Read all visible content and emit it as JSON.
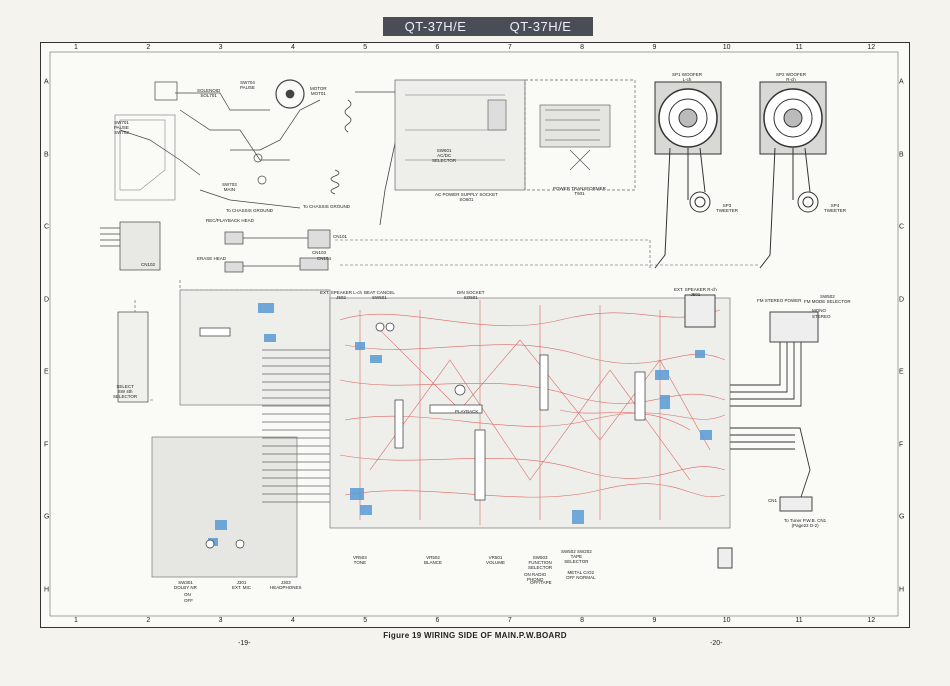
{
  "header": {
    "model_left": "QT-37H/E",
    "model_right": "QT-37H/E"
  },
  "grid": {
    "columns": [
      "1",
      "2",
      "3",
      "4",
      "5",
      "6",
      "7",
      "8",
      "9",
      "10",
      "11",
      "12"
    ],
    "rows": [
      "A",
      "B",
      "C",
      "D",
      "E",
      "F",
      "G",
      "H"
    ]
  },
  "labels": {
    "solenoid": "SOLENOID\nSOL701",
    "sw704": "SW704\nPAUSE",
    "motor": "MOTOR\nMOT01",
    "sw701": "SW701\nPAUSE\nSW702",
    "sw703": "SW703\nMAIN",
    "chassis_ground_1": "To CHASSIS GROUND",
    "chassis_ground_2": "To CHASSIS GROUND",
    "rec_head": "REC/PLAYBACK HEAD",
    "erase_head": "ERASE HEAD",
    "ac_socket": "AC POWER SUPPLY SOCKET\nSO601",
    "transformer": "POWER TRANSFORMER\nT601",
    "sw601": "SW601\nAC/DC\nSELECTOR",
    "sp1": "SP1 WOOFER\nL-ch",
    "sp2": "SP2 WOOFER\nR-ch",
    "sp3": "SP3\nTWEETER",
    "sp4": "SP4\nTWEETER",
    "cn101": "CN101",
    "cn102": "CN102",
    "cn103": "CN103",
    "cn104": "CN104",
    "ext_l": "EXT. SPEAKER L-ch\nJ502",
    "beat_cancel": "BEAT CANCEL\nSW501",
    "din_socket": "DIN SOCKET\nSO501",
    "ext_r": "EXT. SPEAKER R-ch\nJ501",
    "fm_stereo": "FM STEREO POWER",
    "fm_mode": "SW502\nFM MODE SELECTOR",
    "fm_mono": "MONO",
    "fm_stereo_opt": "STEREO",
    "playback": "PLAYBACK",
    "vr503": "VR503\nTONE",
    "vr502": "VR502\nBLANCE",
    "vr501": "VR501\nVOLUME",
    "sw503": "SW503\nFUNCTION\nSELECTOR",
    "sw503_on": "ON  RADIO\nPHONO",
    "sw503_off": "OFF/TAPE",
    "tape_selector": "SW502  SW202\nTAPE\nSELECTOR",
    "tape_modes": "METAL  CrO2\nOFF  NORMAL",
    "sw301": "SW301\nDOLBY NR",
    "sw301_on": "ON",
    "sw301_off": "OFF",
    "j301": "J301\nEXT. MIC",
    "j303": "J303\nHEADPHONES",
    "to_tuner": "To Tuner P.W.B. CN1\n(Page22 D-2)",
    "cn1": "CN1",
    "selector": "SELECT\nSW 4th\nSELECTOR"
  },
  "caption": "Figure 19  WIRING SIDE OF MAIN.P.W.BOARD",
  "page_left": "-19-",
  "page_right": "-20-",
  "colors": {
    "trace_red": "#d9534f",
    "trace_blue": "#5a9ad6",
    "board_gray": "#9a9a9a",
    "header_bg": "#4a4d55"
  }
}
